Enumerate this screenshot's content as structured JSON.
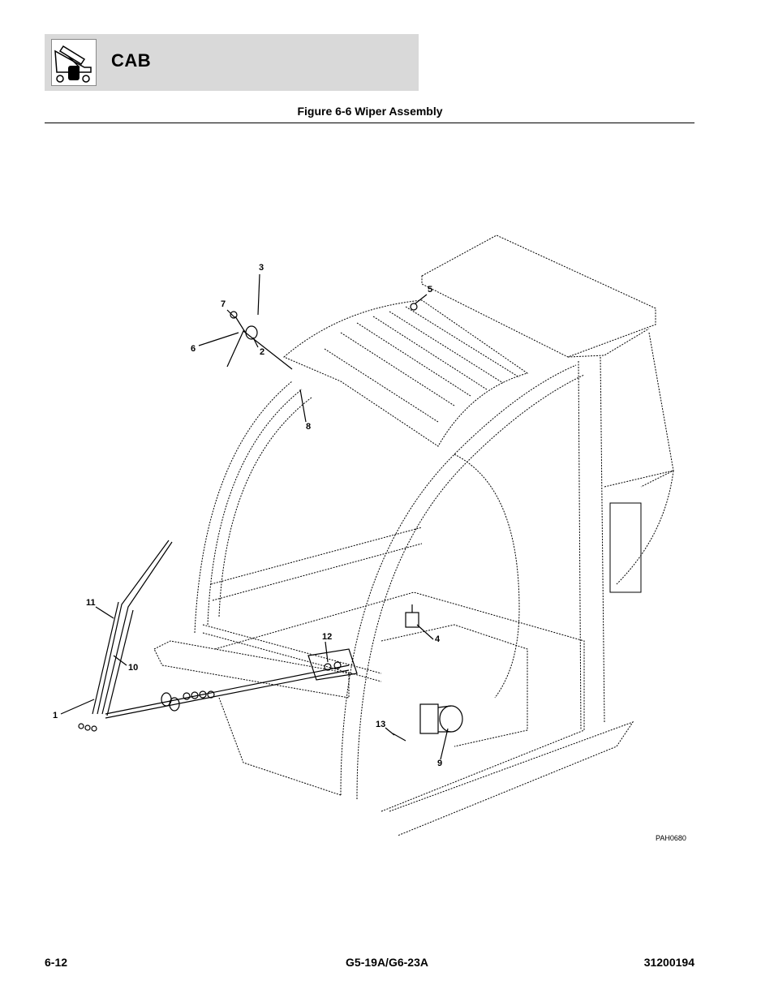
{
  "header": {
    "section_title": "CAB",
    "icon": "telehandler-machine-icon"
  },
  "figure": {
    "title": "Figure 6-6 Wiper Assembly",
    "drawing_code": "PAH0680",
    "callouts": [
      "1",
      "2",
      "3",
      "4",
      "5",
      "6",
      "7",
      "8",
      "9",
      "10",
      "11",
      "12",
      "13"
    ]
  },
  "footer": {
    "page": "6-12",
    "model": "G5-19A/G6-23A",
    "doc_number": "31200194"
  }
}
